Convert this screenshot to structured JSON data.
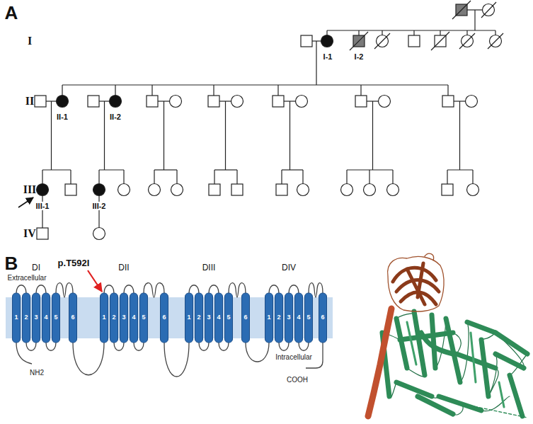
{
  "diagram": {
    "labels": [
      "A",
      "I",
      "I-1",
      "I-2",
      "II",
      "II-1",
      "II-2",
      "III",
      "III-1",
      "III-2",
      "IV",
      "B",
      "Extracellular",
      "p.T592I",
      "DI",
      "DII",
      "DIII",
      "DIV",
      "1",
      "2",
      "3",
      "4",
      "5",
      "6",
      "1",
      "2",
      "3",
      "4",
      "5",
      "6",
      "1",
      "2",
      "3",
      "4",
      "5",
      "6",
      "1",
      "2",
      "3",
      "4",
      "5",
      "6",
      "NH2",
      "Intracellular",
      "COOH"
    ]
  }
}
